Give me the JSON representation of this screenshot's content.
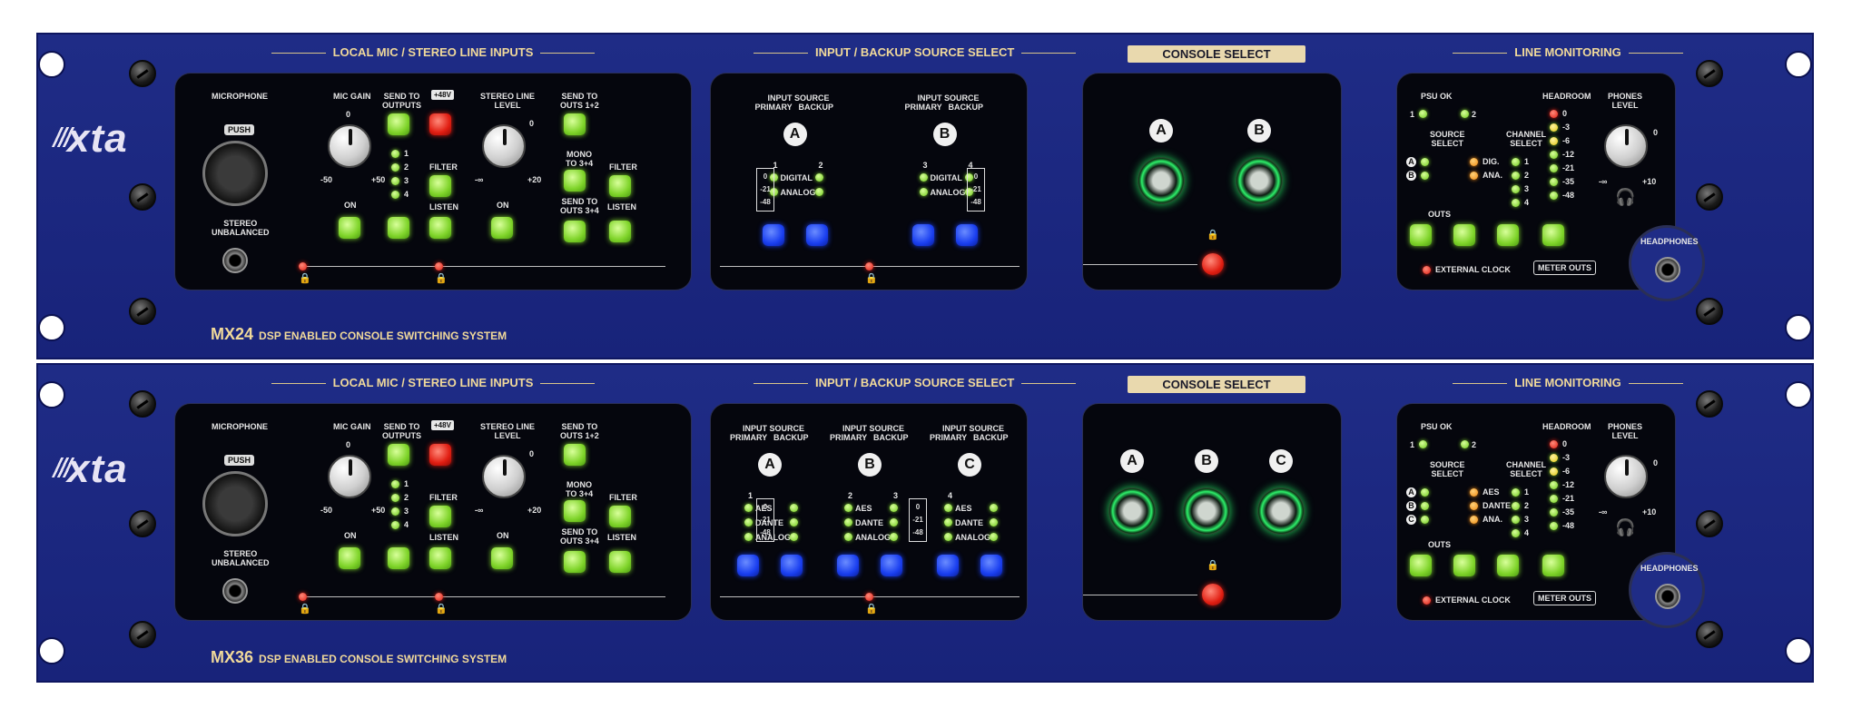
{
  "units": [
    {
      "model": "MX24",
      "subtitle": "DSP ENABLED CONSOLE SWITCHING SYSTEM",
      "logo": "xta",
      "sections": {
        "inputs": "LOCAL MIC / STEREO LINE INPUTS",
        "select": "INPUT / BACKUP SOURCE SELECT",
        "console": "CONSOLE SELECT",
        "monitor": "LINE MONITORING"
      },
      "left": {
        "microphone": "MICROPHONE",
        "push": "PUSH",
        "stereo": "STEREO\nUNBALANCED",
        "mic_gain": "MIC GAIN",
        "gain_min": "-50",
        "gain_max": "+50",
        "gain_zero": "0",
        "send_outputs": "SEND TO\nOUTPUTS",
        "phantom": "+48V",
        "filter": "FILTER",
        "listen": "LISTEN",
        "on": "ON",
        "meter": [
          "1",
          "2",
          "3",
          "4"
        ],
        "stereo_level": "STEREO LINE\nLEVEL",
        "line_min": "-∞",
        "line_max": "+20",
        "line_zero": "0",
        "send_12": "SEND TO\nOUTS 1+2",
        "mono_34": "MONO\nTO 3+4",
        "send_34": "SEND TO\nOUTS 3+4",
        "filter2": "FILTER",
        "listen2": "LISTEN",
        "on2": "ON"
      },
      "select": {
        "groups": [
          {
            "heading": "INPUT SOURCE",
            "primary": "PRIMARY",
            "backup": "BACKUP",
            "letter": "A",
            "ch1": "1",
            "ch2": "2"
          },
          {
            "heading": "INPUT SOURCE",
            "primary": "PRIMARY",
            "backup": "BACKUP",
            "letter": "B",
            "ch1": "3",
            "ch2": "4"
          }
        ],
        "types": [
          "DIGITAL",
          "ANALOG"
        ],
        "scale": [
          "0",
          "-21",
          "-48"
        ]
      },
      "console": {
        "buttons": [
          "A",
          "B"
        ]
      },
      "monitor": {
        "psu": "PSU OK",
        "psu1": "1",
        "psu2": "2",
        "source_select": "SOURCE\nSELECT",
        "channel_select": "CHANNEL\nSELECT",
        "sources": [
          "A",
          "B"
        ],
        "types": [
          "DIG.",
          "ANA."
        ],
        "channels": [
          "1",
          "2",
          "3",
          "4"
        ],
        "headroom": "HEADROOM",
        "headroom_scale": [
          "0",
          "-3",
          "-6",
          "-12",
          "-21",
          "-35",
          "-48"
        ],
        "phones": "PHONES\nLEVEL",
        "ph_min": "-∞",
        "ph_max": "+10",
        "ph_zero": "0",
        "outs": "OUTS",
        "external_clock": "EXTERNAL CLOCK",
        "meter_outs": "METER OUTS",
        "headphones": "HEADPHONES"
      }
    },
    {
      "model": "MX36",
      "subtitle": "DSP ENABLED CONSOLE SWITCHING SYSTEM",
      "logo": "xta",
      "sections": {
        "inputs": "LOCAL MIC / STEREO LINE INPUTS",
        "select": "INPUT / BACKUP SOURCE SELECT",
        "console": "CONSOLE SELECT",
        "monitor": "LINE MONITORING"
      },
      "left": {
        "microphone": "MICROPHONE",
        "push": "PUSH",
        "stereo": "STEREO\nUNBALANCED",
        "mic_gain": "MIC GAIN",
        "gain_min": "-50",
        "gain_max": "+50",
        "gain_zero": "0",
        "send_outputs": "SEND TO\nOUTPUTS",
        "phantom": "+48V",
        "filter": "FILTER",
        "listen": "LISTEN",
        "on": "ON",
        "meter": [
          "1",
          "2",
          "3",
          "4"
        ],
        "stereo_level": "STEREO LINE\nLEVEL",
        "line_min": "-∞",
        "line_max": "+20",
        "line_zero": "0",
        "send_12": "SEND TO\nOUTS 1+2",
        "mono_34": "MONO\nTO 3+4",
        "send_34": "SEND TO\nOUTS 3+4",
        "filter2": "FILTER",
        "listen2": "LISTEN",
        "on2": "ON"
      },
      "select": {
        "groups": [
          {
            "heading": "INPUT SOURCE",
            "primary": "PRIMARY",
            "backup": "BACKUP",
            "letter": "A",
            "ch1": "1",
            "ch2": ""
          },
          {
            "heading": "INPUT SOURCE",
            "primary": "PRIMARY",
            "backup": "BACKUP",
            "letter": "B",
            "ch1": "2",
            "ch2": "3"
          },
          {
            "heading": "INPUT SOURCE",
            "primary": "PRIMARY",
            "backup": "BACKUP",
            "letter": "C",
            "ch1": "4",
            "ch2": ""
          }
        ],
        "types": [
          "AES",
          "DANTE",
          "ANALOG"
        ],
        "scale": [
          "0",
          "-21",
          "-48"
        ]
      },
      "console": {
        "buttons": [
          "A",
          "B",
          "C"
        ]
      },
      "monitor": {
        "psu": "PSU OK",
        "psu1": "1",
        "psu2": "2",
        "source_select": "SOURCE\nSELECT",
        "channel_select": "CHANNEL\nSELECT",
        "sources": [
          "A",
          "B",
          "C"
        ],
        "types": [
          "AES",
          "DANTE",
          "ANA."
        ],
        "channels": [
          "1",
          "2",
          "3",
          "4"
        ],
        "headroom": "HEADROOM",
        "headroom_scale": [
          "0",
          "-3",
          "-6",
          "-12",
          "-21",
          "-35",
          "-48"
        ],
        "phones": "PHONES\nLEVEL",
        "ph_min": "-∞",
        "ph_max": "+10",
        "ph_zero": "0",
        "outs": "OUTS",
        "external_clock": "EXTERNAL CLOCK",
        "meter_outs": "METER OUTS",
        "headphones": "HEADPHONES"
      }
    }
  ]
}
